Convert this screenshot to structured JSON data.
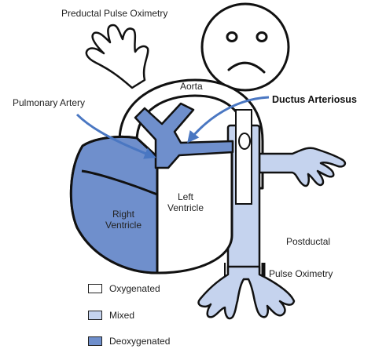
{
  "labels": {
    "preductal": "Preductal Pulse Oximetry",
    "aorta": "Aorta",
    "pulmonary_artery": "Pulmonary Artery",
    "ductus_arteriosus": "Ductus Arteriosus",
    "left_ventricle": "Left\nVentricle",
    "right_ventricle": "Right\nVentricle",
    "postductal": "Postductal",
    "pulse_oximetry": "Pulse Oximetry"
  },
  "legend": [
    {
      "label": "Oxygenated",
      "color": "#ffffff"
    },
    {
      "label": "Mixed",
      "color": "#c5d3ee"
    },
    {
      "label": "Deoxygenated",
      "color": "#6f8fcc"
    }
  ],
  "colors": {
    "oxygenated": "#ffffff",
    "mixed": "#c5d3ee",
    "deoxygenated": "#6f8fcc",
    "arrow": "#4a77c2",
    "outline": "#111111"
  }
}
